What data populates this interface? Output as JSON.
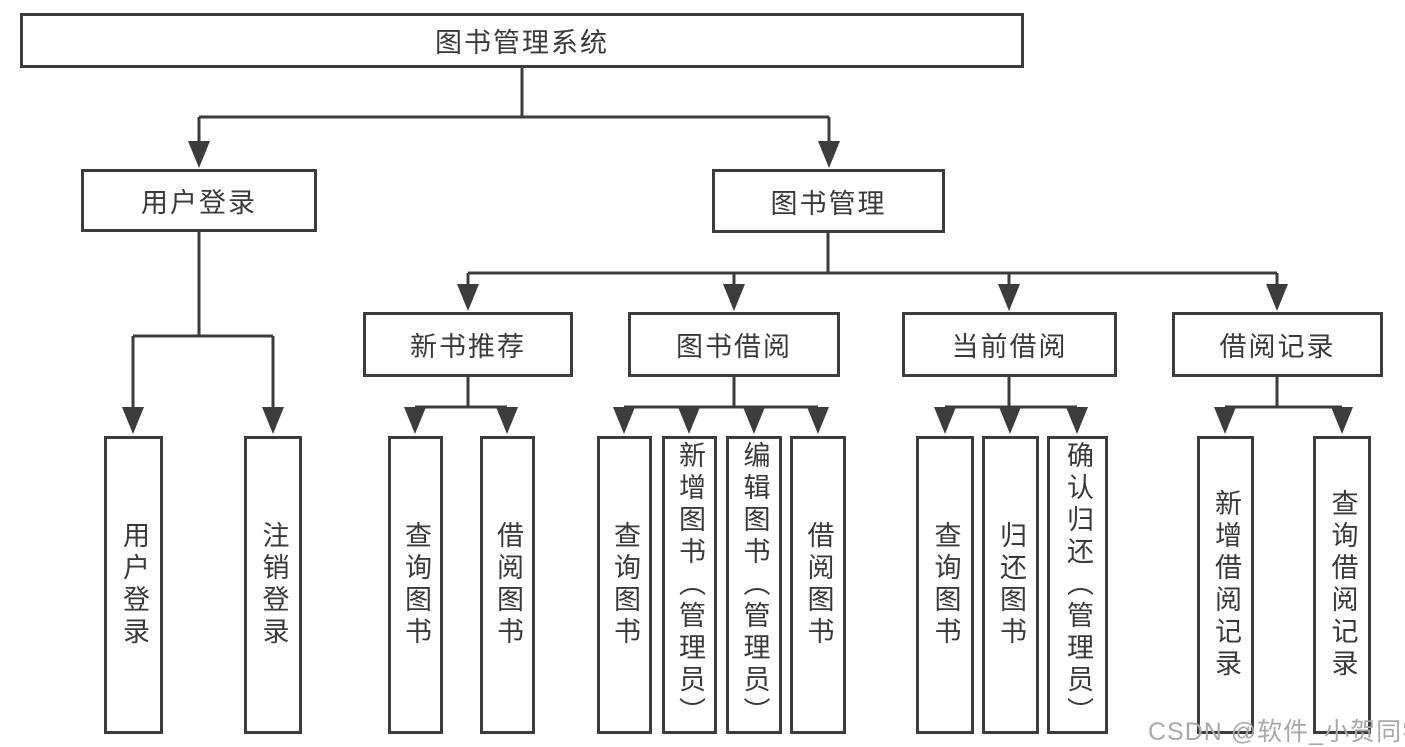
{
  "diagram": {
    "root": {
      "label": "图书管理系统"
    },
    "branches": [
      {
        "label": "用户登录",
        "children": [
          {
            "label": "用户登录"
          },
          {
            "label": "注销登录"
          }
        ]
      },
      {
        "label": "图书管理",
        "children": [
          {
            "label": "新书推荐",
            "children": [
              {
                "label": "查询图书"
              },
              {
                "label": "借阅图书"
              }
            ]
          },
          {
            "label": "图书借阅",
            "children": [
              {
                "label": "查询图书"
              },
              {
                "label": "新增图书（管理员）"
              },
              {
                "label": "编辑图书（管理员）"
              },
              {
                "label": "借阅图书"
              }
            ]
          },
          {
            "label": "当前借阅",
            "children": [
              {
                "label": "查询图书"
              },
              {
                "label": "归还图书"
              },
              {
                "label": "确认归还（管理员）"
              }
            ]
          },
          {
            "label": "借阅记录",
            "children": [
              {
                "label": "新增借阅记录"
              },
              {
                "label": "查询借阅记录"
              }
            ]
          }
        ]
      }
    ]
  },
  "watermark": {
    "text": "CSDN @软件_小贺同学"
  },
  "colors": {
    "line": "#3c3c3c",
    "text": "#3a3a3a",
    "box_background": "#ffffff",
    "watermark": "#a9a9a9",
    "background": "#ffffff"
  }
}
